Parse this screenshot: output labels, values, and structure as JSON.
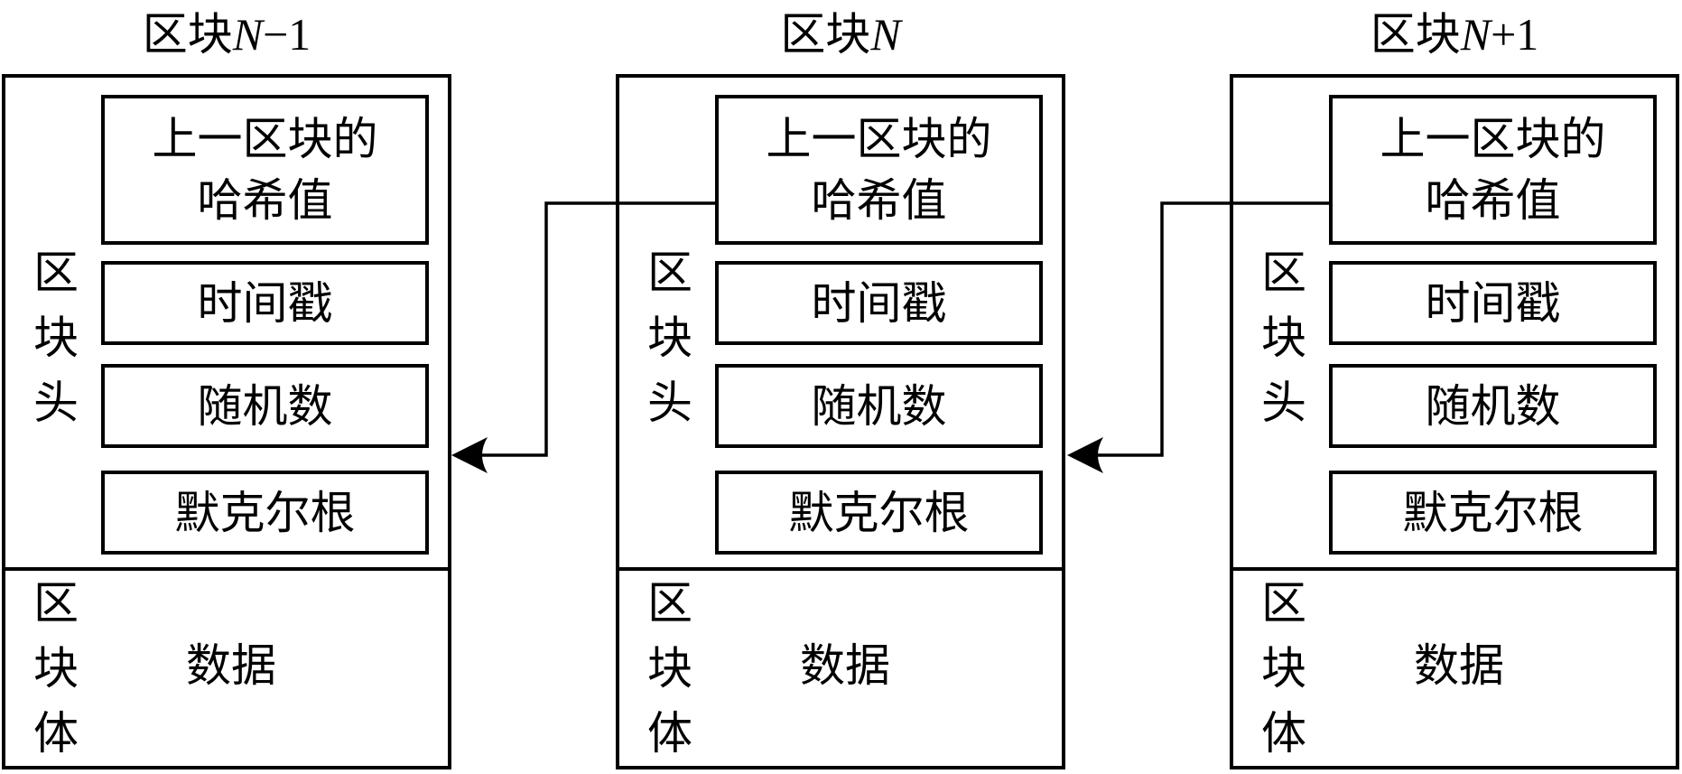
{
  "blocks": [
    {
      "title_prefix": "区块",
      "title_var": "N",
      "title_suffix": "−1",
      "header_label": [
        "区",
        "块",
        "头"
      ],
      "fields": {
        "prev_hash": "上一区块的哈希值",
        "timestamp": "时间戳",
        "nonce": "随机数",
        "merkle_root": "默克尔根"
      },
      "body_label": [
        "区",
        "块",
        "体"
      ],
      "body_content": "数据"
    },
    {
      "title_prefix": "区块",
      "title_var": "N",
      "title_suffix": "",
      "header_label": [
        "区",
        "块",
        "头"
      ],
      "fields": {
        "prev_hash": "上一区块的哈希值",
        "timestamp": "时间戳",
        "nonce": "随机数",
        "merkle_root": "默克尔根"
      },
      "body_label": [
        "区",
        "块",
        "体"
      ],
      "body_content": "数据"
    },
    {
      "title_prefix": "区块",
      "title_var": "N",
      "title_suffix": "+1",
      "header_label": [
        "区",
        "块",
        "头"
      ],
      "fields": {
        "prev_hash": "上一区块的哈希值",
        "timestamp": "时间戳",
        "nonce": "随机数",
        "merkle_root": "默克尔根"
      },
      "body_label": [
        "区",
        "块",
        "体"
      ],
      "body_content": "数据"
    }
  ],
  "prev_hash_lines": [
    "上一区块的",
    "哈希值"
  ],
  "links": [
    {
      "from": "block-n-prev-hash",
      "to": "block-n-minus-1-header"
    },
    {
      "from": "block-n-plus-1-prev-hash",
      "to": "block-n-header"
    }
  ],
  "colors": {
    "stroke": "#000000",
    "background": "#ffffff"
  }
}
